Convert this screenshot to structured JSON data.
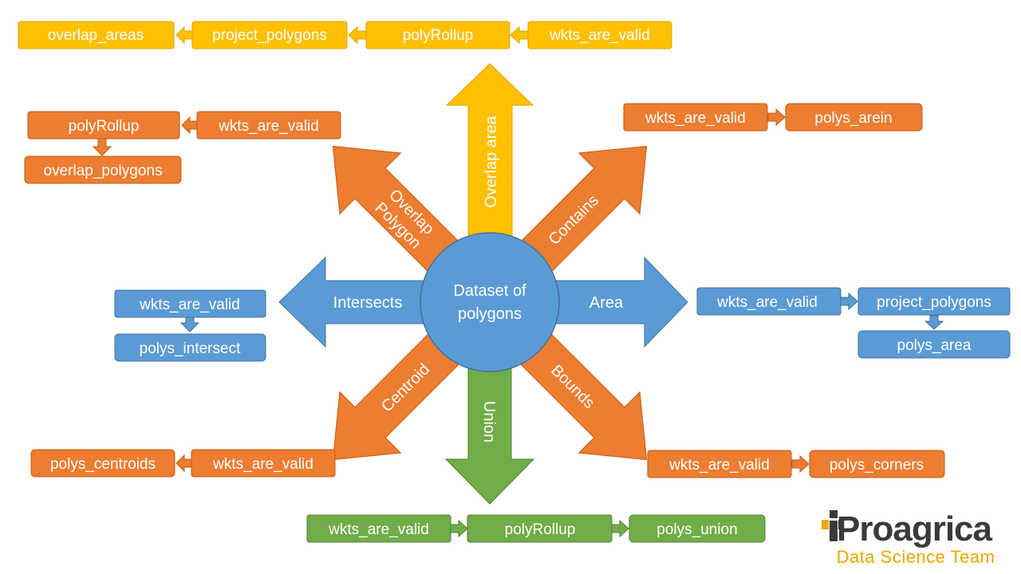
{
  "center": {
    "line1": "Dataset of",
    "line2": "polygons"
  },
  "colors": {
    "yellow": "#FFC000",
    "yellow_edge": "#DAA300",
    "orange": "#ED7D31",
    "orange_edge": "#C55A11",
    "blue": "#5B9BD5",
    "blue_edge": "#41719C",
    "green": "#70AD47",
    "green_edge": "#507E32",
    "proagrica_dark": "#3A3A3A",
    "proagrica_gold": "#E9A800"
  },
  "arrows": {
    "overlap_area": "Overlap area",
    "contains": "Contains",
    "overlap_polygon": {
      "line1": "Overlap",
      "line2": "Polygon"
    },
    "intersects": "Intersects",
    "area": "Area",
    "centroid": "Centroid",
    "union": "Union",
    "bounds": "Bounds"
  },
  "chains": {
    "overlap_area": [
      "overlap_areas",
      "project_polygons",
      "polyRollup",
      "wkts_are_valid"
    ],
    "overlap_polygon": [
      "polyRollup",
      "wkts_are_valid",
      "overlap_polygons"
    ],
    "contains": [
      "wkts_are_valid",
      "polys_arein"
    ],
    "intersects": [
      "wkts_are_valid",
      "polys_intersect"
    ],
    "area": [
      "wkts_are_valid",
      "project_polygons",
      "polys_area"
    ],
    "centroid": [
      "polys_centroids",
      "wkts_are_valid"
    ],
    "bounds": [
      "wkts_are_valid",
      "polys_corners"
    ],
    "union": [
      "wkts_are_valid",
      "polyRollup",
      "polys_union"
    ]
  },
  "logo": {
    "brand": "Proagrica",
    "subtitle": "Data Science Team"
  }
}
